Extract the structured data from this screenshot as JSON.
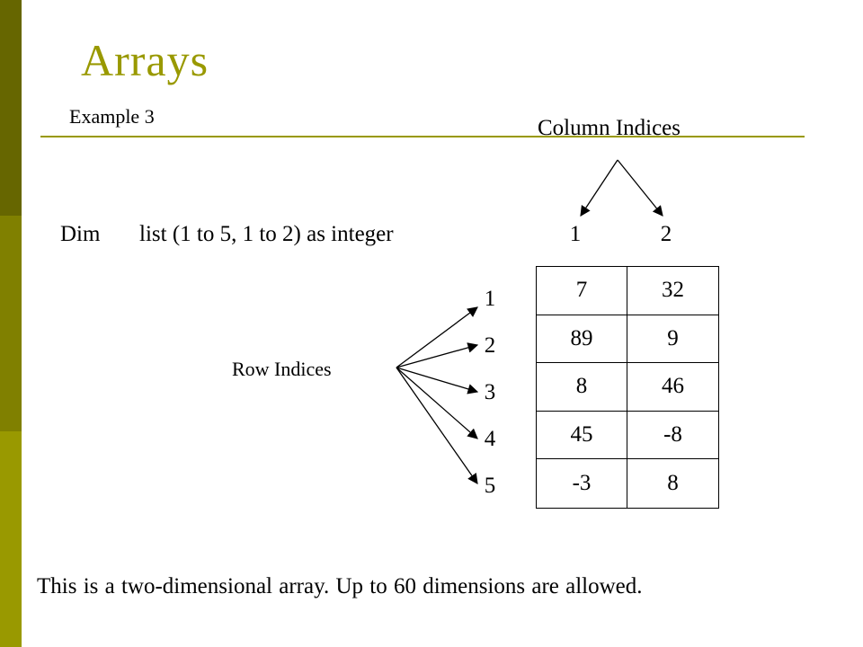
{
  "colors": {
    "sidebar": [
      "#666600",
      "#808000",
      "#999900"
    ],
    "title": "#999900",
    "rule": "#999900",
    "text": "#000000",
    "line": "#000000"
  },
  "slide": {
    "title": "Arrays",
    "example_label": "Example 3",
    "column_heading": "Column Indices",
    "column_numbers": [
      "1",
      "2"
    ],
    "dim_keyword": "Dim",
    "dim_rest": "list (1 to 5, 1 to 2) as integer",
    "row_heading": "Row Indices",
    "row_numbers": [
      "1",
      "2",
      "3",
      "4",
      "5"
    ],
    "array_values": [
      [
        "7",
        "32"
      ],
      [
        "89",
        "9"
      ],
      [
        "8",
        "46"
      ],
      [
        "45",
        "-8"
      ],
      [
        "-3",
        "8"
      ]
    ],
    "footer_note": "This is a two-dimensional array.  Up to 60 dimensions are allowed."
  }
}
